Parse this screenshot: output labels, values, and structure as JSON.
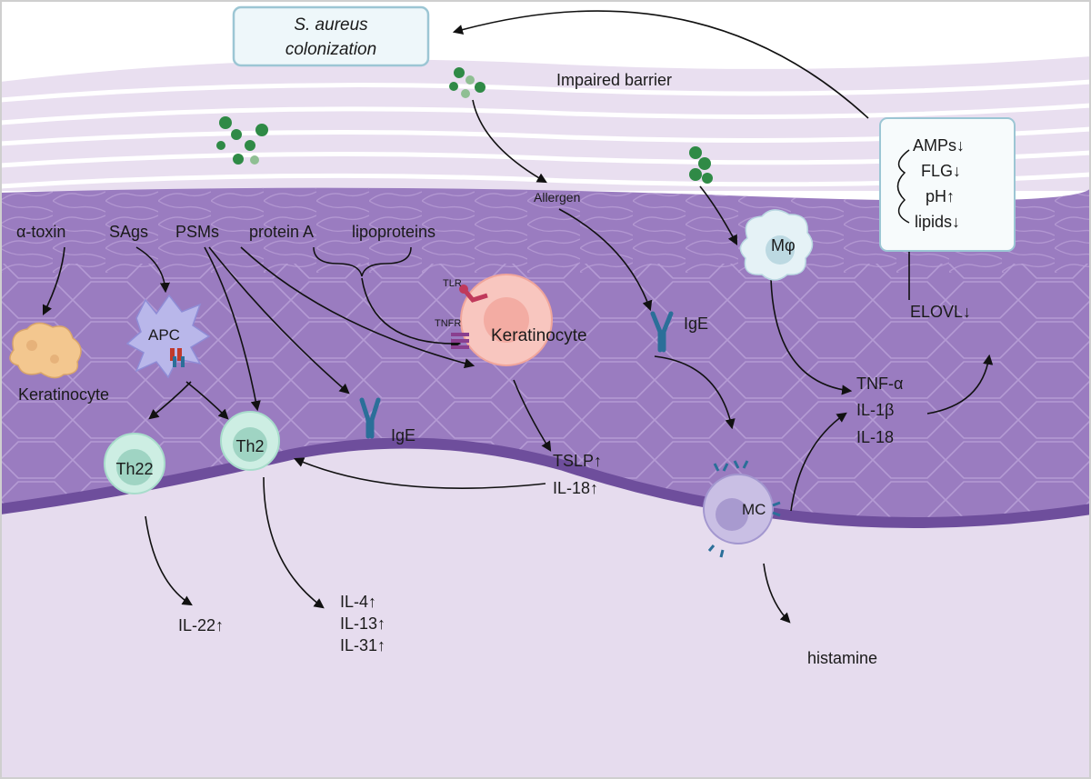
{
  "colonization": {
    "line1": "S. aureus",
    "line2": "colonization"
  },
  "barrier": "Impaired barrier",
  "allergen": "Allergen",
  "toxins": {
    "alpha_toxin": "α-toxin",
    "sags": "SAgs",
    "psms": "PSMs",
    "protein_a": "protein A",
    "lipoproteins": "lipoproteins"
  },
  "cells": {
    "keratinocyte_left": "Keratinocyte",
    "apc": "APC",
    "th22": "Th22",
    "th2": "Th2",
    "keratinocyte_center": "Keratinocyte",
    "macrophage": "Mφ",
    "mast_cell": "MC"
  },
  "receptors": {
    "tlr": "TLR",
    "tnfr": "TNFR"
  },
  "ige": {
    "left": "IgE",
    "right": "IgE"
  },
  "tslp_box": {
    "line1": "TSLP↑",
    "line2": "IL-18↑"
  },
  "cytokines_right": {
    "line1": "TNF-α",
    "line2": "IL-1β",
    "line3": "IL-18"
  },
  "elovl": "ELOVL↓",
  "barrier_box": {
    "line1": "AMPs↓",
    "line2": "FLG↓",
    "line3": "pH↑",
    "line4": "lipids↓"
  },
  "il22": "IL-22↑",
  "th2_outputs": {
    "line1": "IL-4↑",
    "line2": "IL-13↑",
    "line3": "IL-31↑"
  },
  "histamine": "histamine",
  "colors": {
    "stratum_corneum": "#e7dcef",
    "epidermis": "#9a7cc0",
    "basement": "#6e4e9c",
    "dermis": "#e6dcee",
    "t_cell": "#cdeee3",
    "apc": "#b9b7ea",
    "keratinocyte_center": "#f8c6bf",
    "bacteria": "#2f8a46",
    "ige": "#2b6f99",
    "box_border": "#9cc6d4"
  }
}
